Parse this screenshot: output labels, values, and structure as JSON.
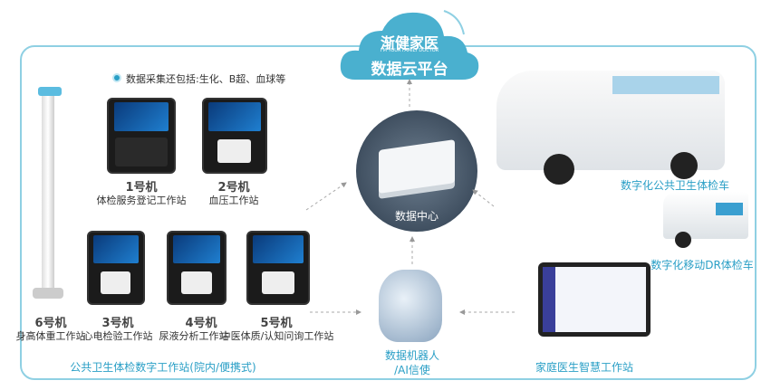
{
  "cloud": {
    "brand": "渐健家医",
    "brand_sub": "I'M YOUR FAMILY DOCTOR",
    "title": "数据云平台"
  },
  "note": "数据采集还包括:生化、B超、血球等",
  "stations": [
    {
      "num": "1号机",
      "name": "体检服务登记工作站"
    },
    {
      "num": "2号机",
      "name": "血压工作站"
    },
    {
      "num": "6号机",
      "name": "身高体重工作站"
    },
    {
      "num": "3号机",
      "name": "心电检验工作站"
    },
    {
      "num": "4号机",
      "name": "尿液分析工作站"
    },
    {
      "num": "5号机",
      "name": "中医体质/认知问询工作站"
    }
  ],
  "group_label": "公共卫生体检数字工作站(院内/便携式)",
  "data_center": "数据中心",
  "robot": {
    "line1": "数据机器人",
    "line2": "/AI信使"
  },
  "tablet_label": "家庭医生智慧工作站",
  "van_label": "数字化公共卫生体检车",
  "truck_label": "数字化移动DR体检车",
  "colors": {
    "accent": "#2a9fc6",
    "cloud": "#4ab0cf",
    "frame": "#8fd0e3"
  }
}
